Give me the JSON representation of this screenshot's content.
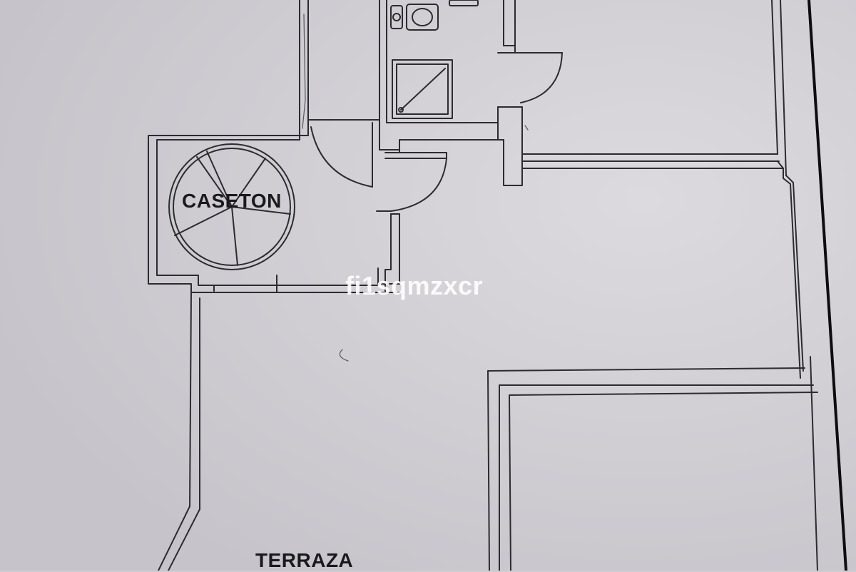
{
  "plan": {
    "labels": {
      "caseton": "CASETON",
      "terraza": "TERRAZA"
    },
    "watermark": "fi1sqmzxcr"
  },
  "colors": {
    "paper": "#cfcdd2",
    "ink": "#2b2b30",
    "border_ink": "#0d0d10",
    "watermark": "#ffffff"
  }
}
